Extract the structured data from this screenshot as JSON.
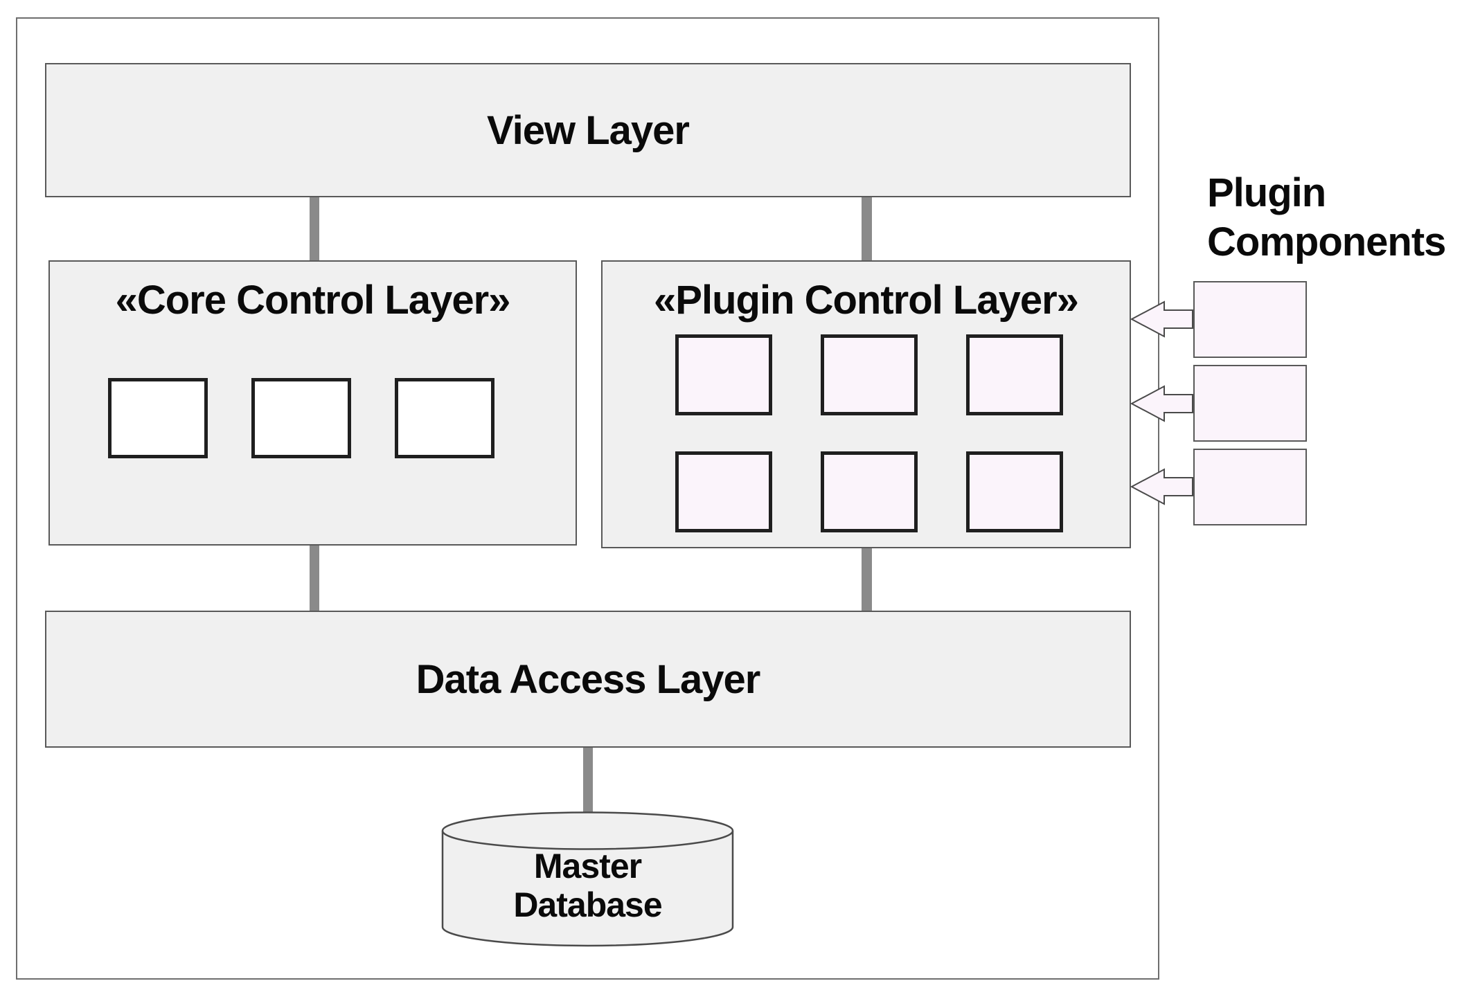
{
  "colors": {
    "layer_fill": "#f0f0f0",
    "layer_border": "#595959",
    "outer_border": "#6e6e6e",
    "core_square_fill": "#ffffff",
    "square_border": "#1f1f1f",
    "plugin_fill": "#fbf4fb",
    "connector_gray": "#8a8a8a",
    "text_color": "#0a0a0a"
  },
  "layers": {
    "view": {
      "label": "View Layer"
    },
    "core": {
      "label": "«Core Control Layer»",
      "square_count": 3
    },
    "plugin": {
      "label": "«Plugin Control Layer»",
      "square_rows": 2,
      "square_cols": 3
    },
    "data": {
      "label": "Data Access Layer"
    }
  },
  "database": {
    "lines": [
      "Master",
      "Database"
    ]
  },
  "plugin_components": {
    "label_lines": [
      "Plugin",
      "Components"
    ],
    "box_count": 3
  }
}
